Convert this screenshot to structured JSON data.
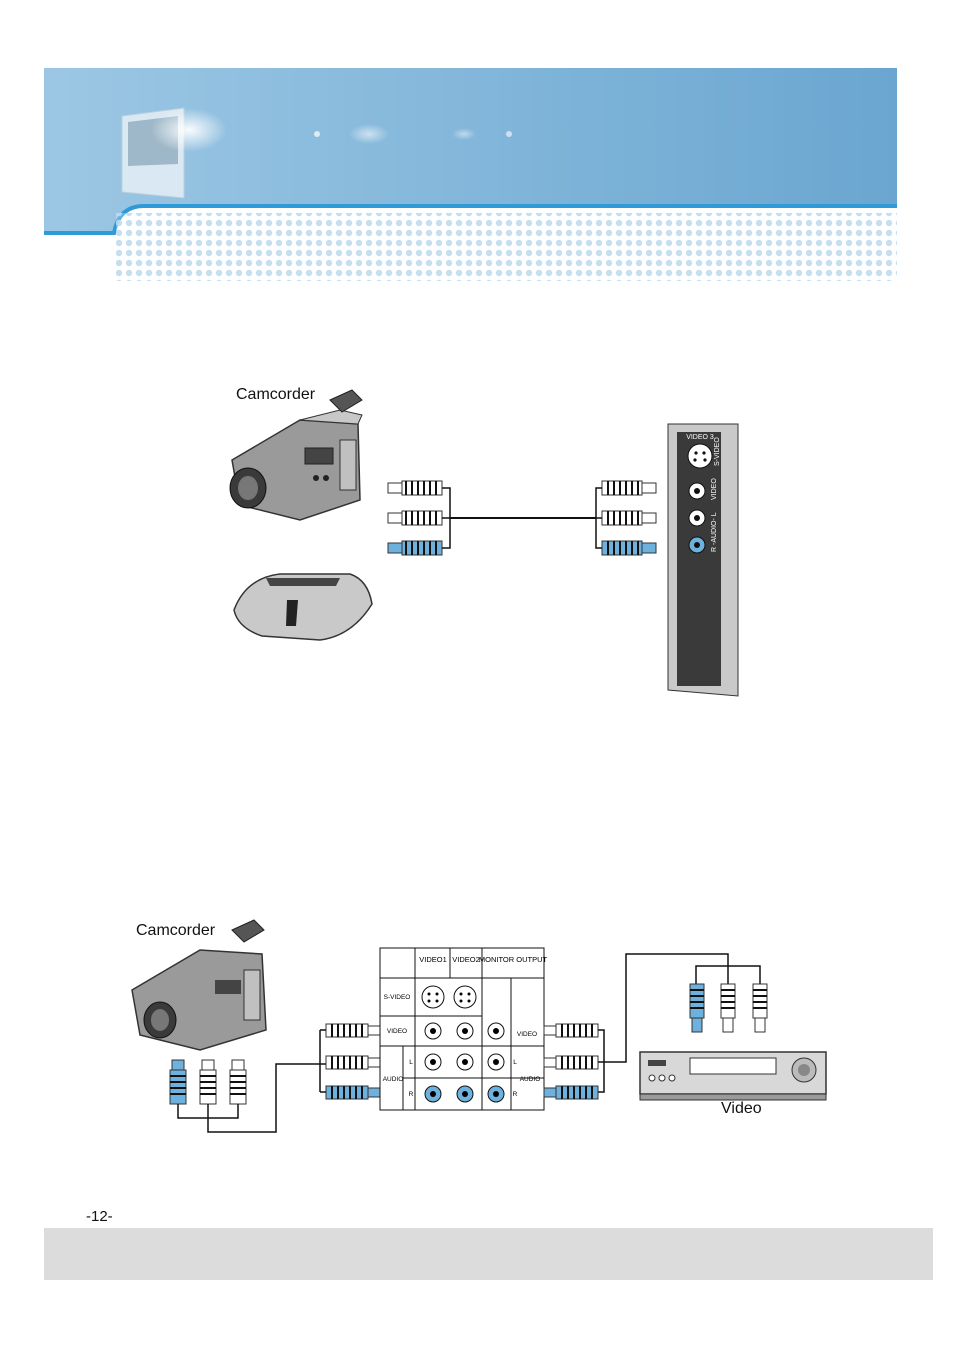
{
  "page": {
    "number": "-12-"
  },
  "diagram_top": {
    "camcorder_label": "Camcorder",
    "panel": {
      "title": "VIDEO 3",
      "svideo": "S-VIDEO",
      "video": "VIDEO",
      "audio": "R -AUDIO- L"
    }
  },
  "diagram_bottom": {
    "camcorder_label": "Camcorder",
    "vcr_label": "Video",
    "panel": {
      "col_video1": "VIDEO1",
      "col_video2": "VIDEO2",
      "col_monitor": "MONITOR OUTPUT",
      "row_svideo": "S-VIDEO",
      "row_video": "VIDEO",
      "row_audio": "AUDIO",
      "row_l": "L",
      "row_r": "R",
      "mon_video": "VIDEO",
      "mon_audio": "AUDIO",
      "mon_l": "L",
      "mon_r": "R"
    }
  },
  "colors": {
    "banner": "#7fb3d6",
    "banner_light": "#b9d8ee",
    "accent": "#6fb1dd",
    "panel_dark": "#3a3a3a",
    "footer": "#dcdcdc"
  }
}
